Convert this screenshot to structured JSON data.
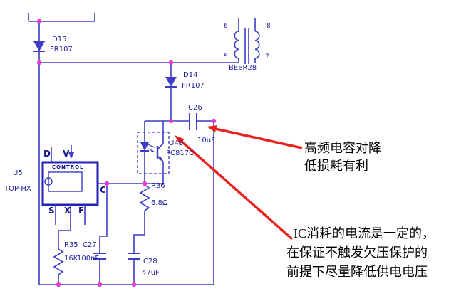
{
  "colors": {
    "background": "#ffffff",
    "wire": "#3c3cc8",
    "chip_border": "#2222b8",
    "junction_dot": "#e83ccc",
    "arrow": "#e8231f",
    "label_text": "#1e1e9c",
    "annotation_text": "#000000"
  },
  "components": {
    "d15": {
      "ref": "D15",
      "part": "FR107"
    },
    "d14": {
      "ref": "D14",
      "part": "FR107"
    },
    "transformer": {
      "name": "BEER28",
      "pin_numbers": [
        "6",
        "8",
        "5",
        "7"
      ]
    },
    "c26": {
      "ref": "C26",
      "value": "10uF"
    },
    "optocoupler": {
      "ref": "U4B",
      "part": "PC817C"
    },
    "u5": {
      "ref": "U5",
      "part": "TOP-HX",
      "block_label": "CONTROL",
      "pins": {
        "d": "D",
        "v": "V",
        "c": "C",
        "s": "S",
        "x": "X",
        "f": "F"
      }
    },
    "r36": {
      "ref": "R36",
      "value": "6.8Ω"
    },
    "r35": {
      "ref": "R35",
      "value": "16K"
    },
    "c27": {
      "ref": "C27",
      "value": "100nF"
    },
    "c28": {
      "ref": "C28",
      "value": "47uF"
    }
  },
  "annotations": [
    {
      "lines": [
        "高频电容对降",
        "低损耗有利"
      ]
    },
    {
      "lines": [
        "IC消耗的电流是一定的，",
        "在保证不触发欠压保护的",
        "前提下尽量降低供电电压"
      ]
    }
  ]
}
